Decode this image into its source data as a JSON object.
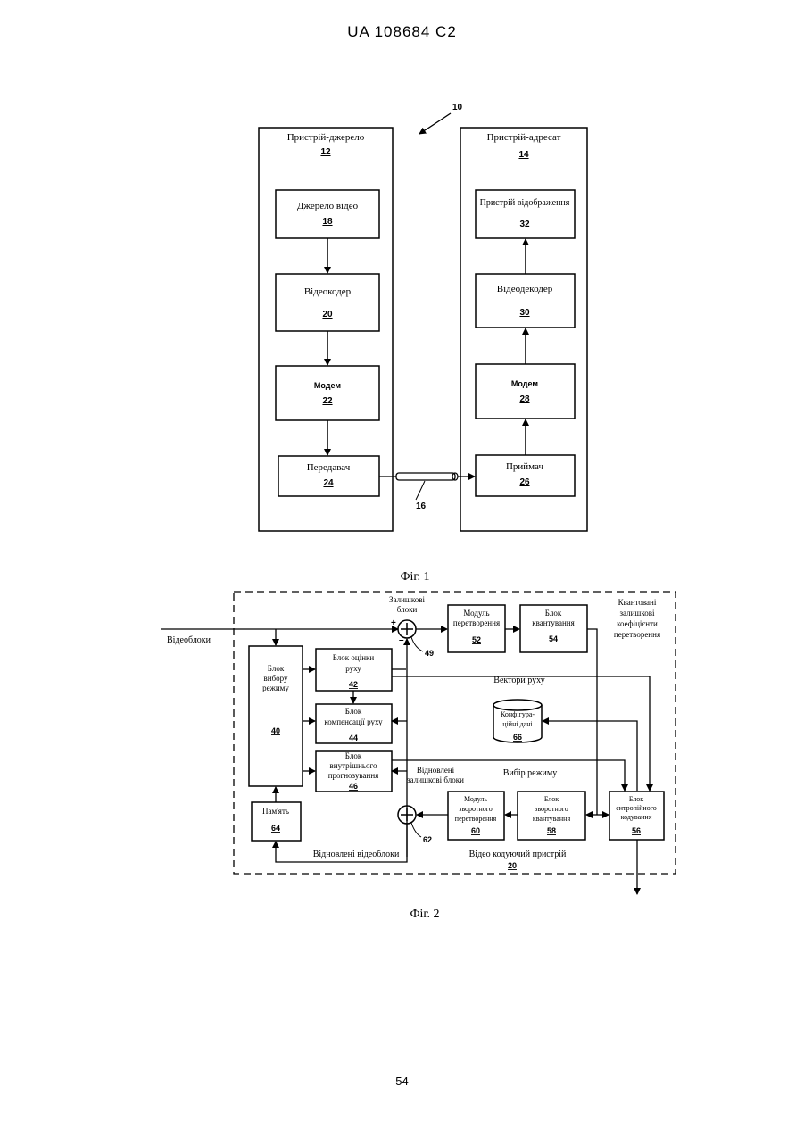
{
  "header": "UA   108684   C2",
  "page_number": "54",
  "fig1": {
    "caption": "Фіг. 1",
    "system_ref": "10",
    "channel_ref": "16",
    "source": {
      "title": "Пристрій-джерело",
      "ref": "12"
    },
    "destination": {
      "title": "Пристрій-адресат",
      "ref": "14"
    },
    "video_source": {
      "label": "Джерело відео",
      "ref": "18"
    },
    "video_encoder": {
      "label": "Відеокодер",
      "ref": "20"
    },
    "modem_tx": {
      "label": "Модем",
      "ref": "22"
    },
    "transmitter": {
      "label": "Передавач",
      "ref": "24"
    },
    "display": {
      "label": "Пристрій відображення",
      "ref": "32"
    },
    "video_decoder": {
      "label": "Відеодекодер",
      "ref": "30"
    },
    "modem_rx": {
      "label": "Модем",
      "ref": "28"
    },
    "receiver": {
      "label": "Приймач",
      "ref": "26"
    }
  },
  "fig2": {
    "caption": "Фіг. 2",
    "input_label": "Відеоблоки",
    "residual_label_1": "Залишкові",
    "residual_label_2": "блоки",
    "plus": "+",
    "minus": "–",
    "summer1_ref": "49",
    "summer2_ref": "62",
    "transform": {
      "l1": "Модуль",
      "l2": "перетворення",
      "ref": "52"
    },
    "quant": {
      "l1": "Блок",
      "l2": "квантування",
      "ref": "54"
    },
    "quant_out": {
      "l1": "Квантовані",
      "l2": "залишкові",
      "l3": "коефіцієнти",
      "l4": "перетворення"
    },
    "mode_select": {
      "l1": "Блок",
      "l2": "вибору",
      "l3": "режиму",
      "ref": "40"
    },
    "motion_est": {
      "l1": "Блок оцінки",
      "l2": "руху",
      "ref": "42"
    },
    "motion_comp": {
      "l1": "Блок",
      "l2": "компенсації руху",
      "ref": "44"
    },
    "intra": {
      "l1": "Блок",
      "l2": "внутрішнього",
      "l3": "прогнозування",
      "ref": "46"
    },
    "memory": {
      "l1": "Пам'ять",
      "ref": "64"
    },
    "inv_transform": {
      "l1": "Модуль",
      "l2": "зворотного",
      "l3": "перетворення",
      "ref": "60"
    },
    "inv_quant": {
      "l1": "Блок",
      "l2": "зворотного",
      "l3": "квантування",
      "ref": "58"
    },
    "entropy": {
      "l1": "Блок",
      "l2": "ентропійного",
      "l3": "кодування",
      "ref": "56"
    },
    "config": {
      "l1": "Конфігура-",
      "l2": "ційні дані",
      "ref": "66"
    },
    "motion_vectors": "Вектори руху",
    "mode_choice": "Вибір режиму",
    "recon_residual_1": "Відновлені",
    "recon_residual_2": "залишкові блоки",
    "recon_blocks": "Відновлені відеоблоки",
    "encoder_title": "Відео кодуючий пристрій",
    "encoder_ref": "20"
  }
}
